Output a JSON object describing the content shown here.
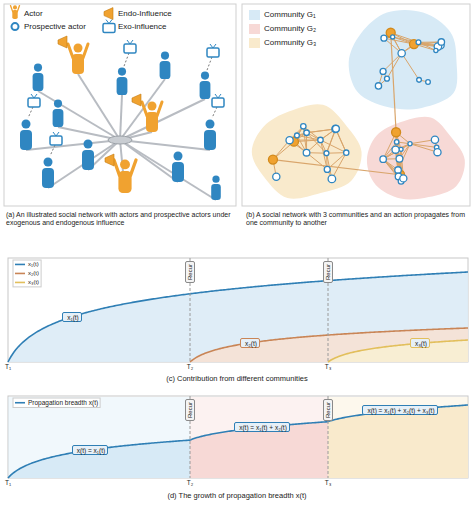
{
  "diagram": {
    "nodes": [
      {
        "text": [
          "Recur"
        ]
      },
      {
        "text": [
          "Recur"
        ]
      },
      {
        "text": [
          "x₁(t)"
        ]
      },
      {
        "text": [
          "x₂(t)"
        ]
      },
      {
        "text": [
          "x₃(t)"
        ]
      },
      {
        "text": [
          "Recur"
        ]
      },
      {
        "text": [
          "Recur"
        ]
      },
      {
        "text": [
          "x(t) = x₁(t)"
        ]
      },
      {
        "text": [
          "x(t) = x₁(t) + x₂(t)"
        ]
      },
      {
        "text": [
          "x(t) = x₁(t) + x₂(t) + x₃(t)"
        ]
      }
    ],
    "labels": [
      "(a) An illustrated social network with actors and prospective actors under exogenous and endogenous influence",
      "(b) A social network with 3 communities and an action propagates from one community to another",
      "(c) Contribution from different communities",
      "(d) The growth of propagation breadth x(t)",
      "T₁",
      "T₂",
      "T₃",
      "T₁",
      "T₂",
      "T₃"
    ],
    "legend": [
      {
        "text": "Actor"
      },
      {
        "text": "Prospective actor"
      },
      {
        "text": "Endo-Influence"
      },
      {
        "text": "Exo-influence"
      },
      {
        "text": "Community G₁",
        "color": "#d7eaf6"
      },
      {
        "text": "Community G₂",
        "color": "#f7d9d6"
      },
      {
        "text": "Community G₃",
        "color": "#f9eacc"
      },
      {
        "text": "x₁(t)"
      },
      {
        "text": "x₂(t)"
      },
      {
        "text": "x₃(t)"
      },
      {
        "text": "Propagation breadth x(t)"
      }
    ]
  }
}
